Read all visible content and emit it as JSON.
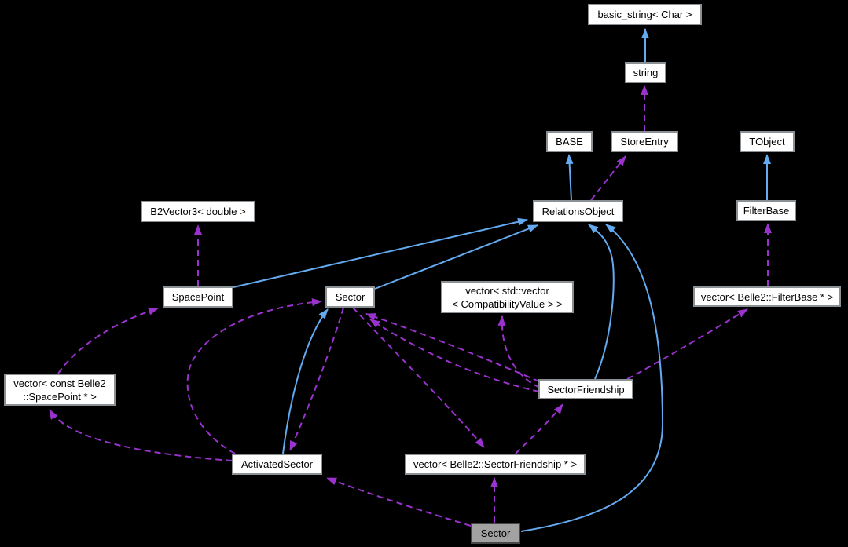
{
  "diagram": {
    "kind": "collaboration-graph",
    "current_node": "Sector",
    "colors": {
      "background": "#000000",
      "node_fill": "#ffffff",
      "node_border": "#8b9094",
      "current_node_fill": "#a2a2a2",
      "current_node_border": "#464646",
      "inheritance_edge": "#63aaf0",
      "usage_edge": "#9a32cd",
      "text": "#000000"
    }
  },
  "nodes": {
    "basic_string": {
      "label": "basic_string< Char >"
    },
    "string": {
      "label": "string"
    },
    "base": {
      "label": "BASE"
    },
    "store_entry": {
      "label": "StoreEntry"
    },
    "tobject": {
      "label": "TObject"
    },
    "relations_object": {
      "label": "RelationsObject"
    },
    "filter_base": {
      "label": "FilterBase"
    },
    "b2vector3": {
      "label": "B2Vector3< double >"
    },
    "space_point": {
      "label": "SpacePoint"
    },
    "sector": {
      "label": "Sector"
    },
    "compat_value_vector": {
      "label_line1": "vector< std::vector",
      "label_line2": "< CompatibilityValue > >"
    },
    "filter_base_vector": {
      "label": "vector< Belle2::FilterBase * >"
    },
    "space_point_vector": {
      "label_line1": "vector< const Belle2",
      "label_line2": "::SpacePoint * >"
    },
    "sector_friendship": {
      "label": "SectorFriendship"
    },
    "activated_sector": {
      "label": "ActivatedSector"
    },
    "sector_friendship_vector": {
      "label": "vector< Belle2::SectorFriendship * >"
    },
    "sector_main": {
      "label": "Sector"
    }
  },
  "edges": [
    {
      "from": "string",
      "to": "basic_string< Char >",
      "relation": "inheritance"
    },
    {
      "from": "RelationsObject",
      "to": "BASE",
      "relation": "inheritance"
    },
    {
      "from": "FilterBase",
      "to": "TObject",
      "relation": "inheritance"
    },
    {
      "from": "SpacePoint",
      "to": "RelationsObject",
      "relation": "inheritance"
    },
    {
      "from": "Sector",
      "to": "RelationsObject",
      "relation": "inheritance"
    },
    {
      "from": "SectorFriendship",
      "to": "RelationsObject",
      "relation": "inheritance"
    },
    {
      "from": "Sector (current)",
      "to": "RelationsObject",
      "relation": "inheritance"
    },
    {
      "from": "ActivatedSector",
      "to": "Sector",
      "relation": "inheritance"
    },
    {
      "from": "StoreEntry",
      "to": "string",
      "relation": "usage"
    },
    {
      "from": "RelationsObject",
      "to": "StoreEntry",
      "relation": "usage"
    },
    {
      "from": "SpacePoint",
      "to": "B2Vector3< double >",
      "relation": "usage"
    },
    {
      "from": "vector< Belle2::FilterBase * >",
      "to": "FilterBase",
      "relation": "usage"
    },
    {
      "from": "SectorFriendship",
      "to": "vector< Belle2::FilterBase * >",
      "relation": "usage"
    },
    {
      "from": "SectorFriendship",
      "to": "vector< std::vector< CompatibilityValue > >",
      "relation": "usage"
    },
    {
      "from": "SectorFriendship",
      "to": "Sector",
      "relation": "usage"
    },
    {
      "from": "SectorFriendship",
      "to": "Sector",
      "relation": "usage"
    },
    {
      "from": "vector< const Belle2::SpacePoint * >",
      "to": "SpacePoint",
      "relation": "usage"
    },
    {
      "from": "ActivatedSector",
      "to": "vector< const Belle2::SpacePoint * >",
      "relation": "usage"
    },
    {
      "from": "ActivatedSector",
      "to": "Sector",
      "relation": "usage"
    },
    {
      "from": "Sector",
      "to": "ActivatedSector",
      "relation": "usage"
    },
    {
      "from": "Sector",
      "to": "vector< Belle2::SectorFriendship * >",
      "relation": "usage"
    },
    {
      "from": "vector< Belle2::SectorFriendship * >",
      "to": "SectorFriendship",
      "relation": "usage"
    },
    {
      "from": "Sector (current)",
      "to": "vector< Belle2::SectorFriendship * >",
      "relation": "usage"
    },
    {
      "from": "Sector (current)",
      "to": "ActivatedSector",
      "relation": "usage"
    }
  ]
}
